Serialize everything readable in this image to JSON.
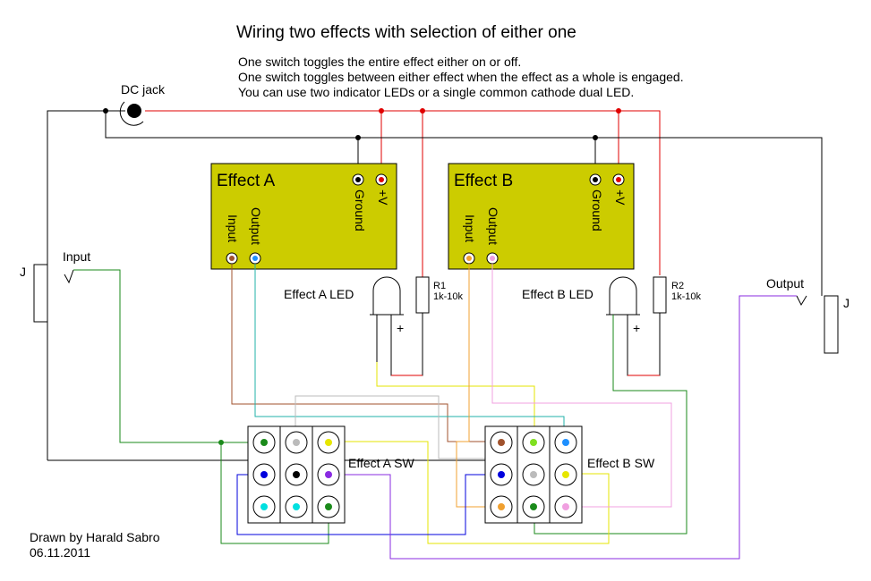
{
  "title": "Wiring two effects with selection of either one",
  "notes": [
    "One switch toggles the entire effect either on or off.",
    "One switch toggles between either effect when the effect as a whole is engaged.",
    "You can use two indicator LEDs or a single common cathode dual LED."
  ],
  "labels": {
    "dc_jack": "DC jack",
    "input": "Input",
    "output": "Output",
    "jack_left": "J",
    "jack_right": "J",
    "plus_a": "+",
    "plus_b": "+"
  },
  "effects": [
    {
      "name": "Effect A",
      "ground": "Ground",
      "vplus": "+V",
      "input": "Input",
      "output": "Output"
    },
    {
      "name": "Effect B",
      "ground": "Ground",
      "vplus": "+V",
      "input": "Input",
      "output": "Output"
    }
  ],
  "leds": [
    {
      "label": "Effect A LED"
    },
    {
      "label": "Effect B LED"
    }
  ],
  "resistors": [
    {
      "name": "R1",
      "value": "1k-10k"
    },
    {
      "name": "R2",
      "value": "1k-10k"
    }
  ],
  "switches": [
    {
      "label": "Effect A SW"
    },
    {
      "label": "Effect B SW"
    }
  ],
  "credit": {
    "author": "Drawn by Harald Sabro",
    "date": "06.11.2011"
  },
  "colors": {
    "red": "#e00000",
    "green": "#1a8a1a",
    "effect_fill": "#cccc00",
    "brown": "#a0522d",
    "cyan": "#20b2aa",
    "yellow": "#e6e600",
    "purple": "#8a2be2",
    "pink": "#f0a0e0",
    "gray": "#bbbbbb",
    "blue": "#0000dd"
  }
}
